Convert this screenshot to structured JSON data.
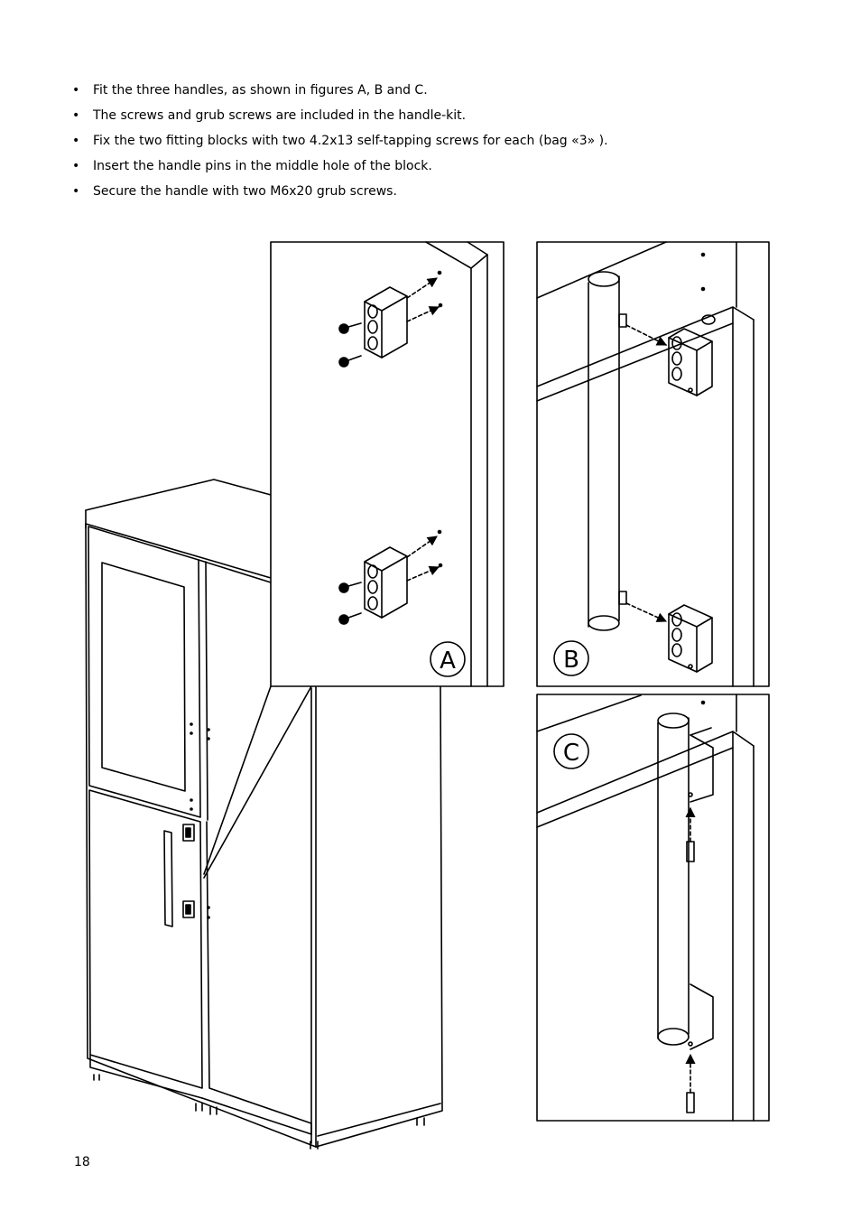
{
  "instructions": [
    "Fit the three handles,  as shown in figures A, B and C.",
    "The screws and grub screws are included in the handle-kit.",
    "Fix the two fitting blocks with two 4.2x13 self-tapping screws for each (bag «3» ).",
    "Insert the handle pins in the middle hole of the block.",
    "Secure the handle with two M6x20 grub screws."
  ],
  "figures": {
    "a": "A",
    "b": "B",
    "c": "C"
  },
  "page_number": "18"
}
